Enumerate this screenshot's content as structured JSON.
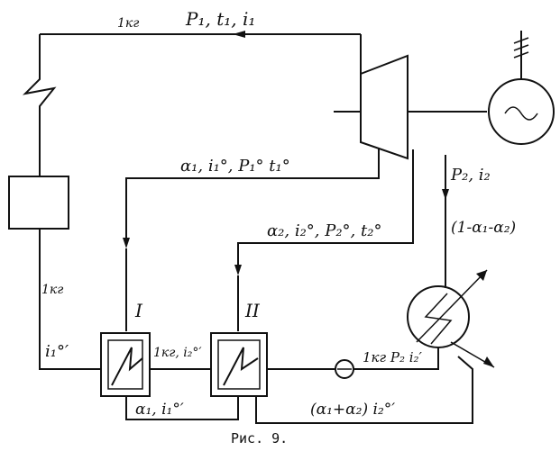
{
  "labels": {
    "top_flow": "1кг",
    "top_params": "P₁, t₁, i₁",
    "extract1": "α₁, i₁°, P₁° t₁°",
    "extract2": "α₂, i₂°, P₂°, t₂°",
    "exhaust": "P₂, i₂",
    "condenser_flow": "(1-α₁-α₂)",
    "left_flow": "1кг",
    "left_enthalpy": "i₁°′",
    "between_heaters": "1кг, i₂°′",
    "pump_out": "1кг P₂ i₂′",
    "drain1": "α₁, i₁°′",
    "drain2": "(α₁+α₂) i₂°′",
    "heater1": "I",
    "heater2": "II"
  },
  "caption": "Рис. 9."
}
